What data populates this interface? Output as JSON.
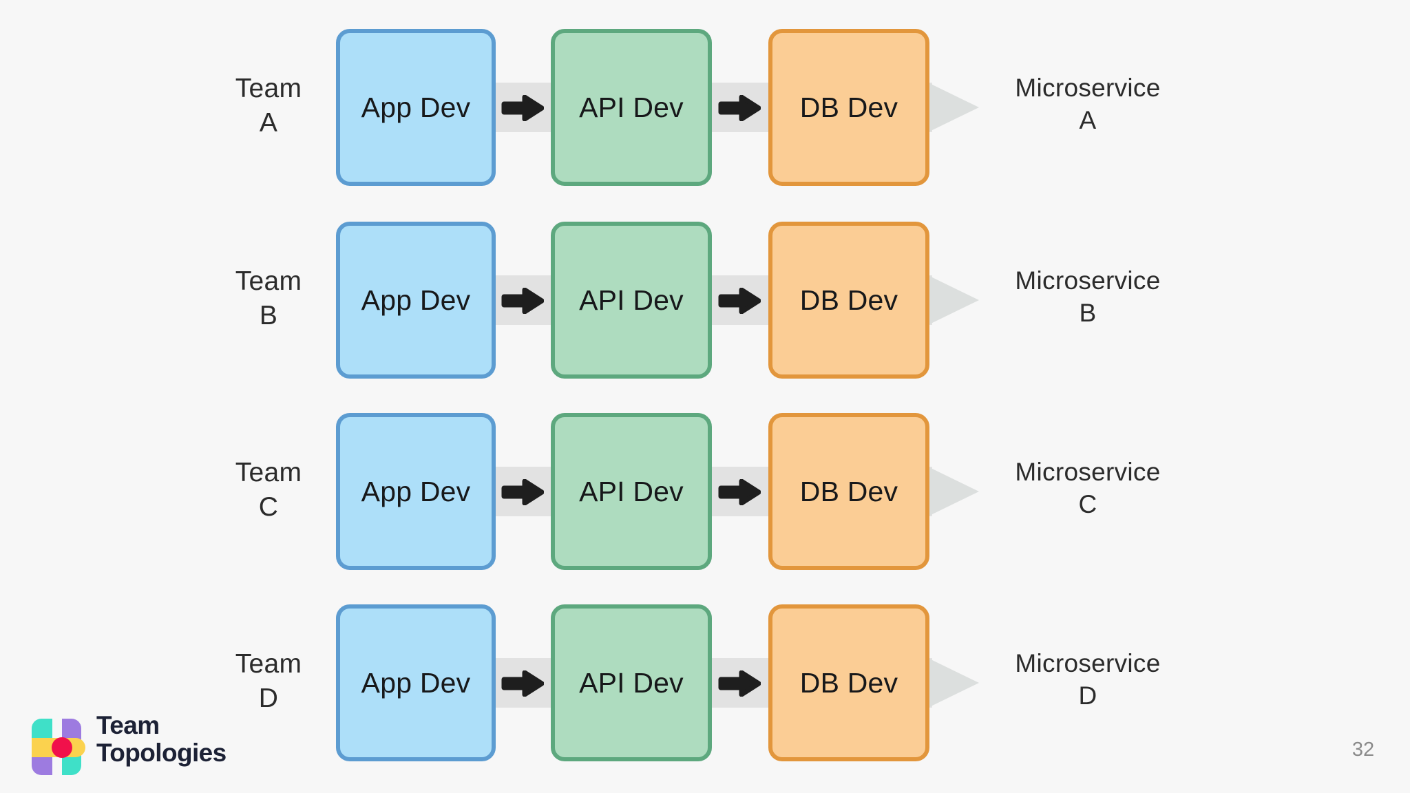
{
  "slide": {
    "background_color": "#F7F7F7",
    "page_number": "32"
  },
  "brand": {
    "logo_line1": "Team",
    "logo_line2": "Topologies",
    "wordmark_color": "#1C2135",
    "mark_colors": {
      "teal": "#3FE0C8",
      "purple": "#9D7BE0",
      "yellow": "#FBD24E",
      "red": "#F1114B"
    }
  },
  "palette": {
    "band": "#E2E2E2",
    "band_tip": "#DCDFDE",
    "app_fill": "#ADDFF9",
    "app_border": "#5C9CD1",
    "api_fill": "#AEDCBF",
    "api_border": "#5DA87E",
    "db_fill": "#FBCD95",
    "db_border": "#E2963C",
    "text": "#17181A",
    "label_text": "#2B2B2B",
    "page_number": "#8A8A8A"
  },
  "stage_names": {
    "app": "App Dev",
    "api": "API Dev",
    "db": "DB Dev"
  },
  "rows": [
    {
      "team_line1": "Team",
      "team_line2": "A",
      "app": "App Dev",
      "api": "API Dev",
      "db": "DB Dev",
      "service_line1": "Microservice",
      "service_line2": "A"
    },
    {
      "team_line1": "Team",
      "team_line2": "B",
      "app": "App Dev",
      "api": "API Dev",
      "db": "DB Dev",
      "service_line1": "Microservice",
      "service_line2": "B"
    },
    {
      "team_line1": "Team",
      "team_line2": "C",
      "app": "App Dev",
      "api": "API Dev",
      "db": "DB Dev",
      "service_line1": "Microservice",
      "service_line2": "C"
    },
    {
      "team_line1": "Team",
      "team_line2": "D",
      "app": "App Dev",
      "api": "API Dev",
      "db": "DB Dev",
      "service_line1": "Microservice",
      "service_line2": "D"
    }
  ]
}
